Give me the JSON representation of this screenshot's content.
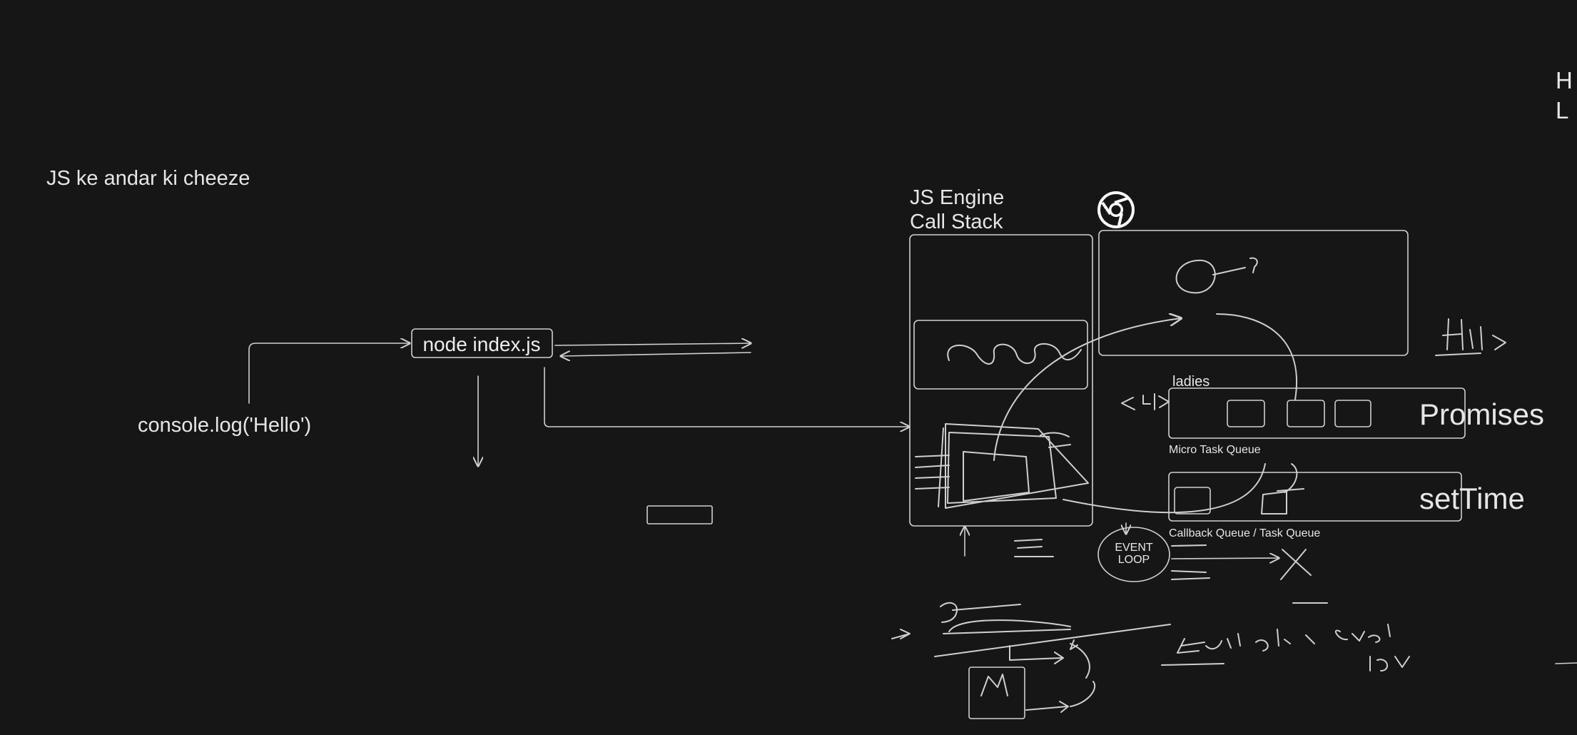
{
  "texts": {
    "heading": "JS ke andar ki cheeze",
    "node_cmd": "node index.js",
    "console_log": "console.log('Hello')",
    "engine_title_1": "JS Engine",
    "engine_title_2": "Call Stack",
    "ladies": "ladies",
    "promises": "Promises",
    "micro_task_queue": "Micro Task Queue",
    "settime": "setTime",
    "callback_queue": "Callback Queue / Task Queue",
    "event_loop_1": "EVENT",
    "event_loop_2": "LOOP",
    "edge_h": "H",
    "edge_l": "L"
  },
  "icons": [
    "chrome-icon"
  ],
  "colors": {
    "background": "#161616",
    "ink": "#d0d0d0",
    "chrome": "#ffffff"
  }
}
